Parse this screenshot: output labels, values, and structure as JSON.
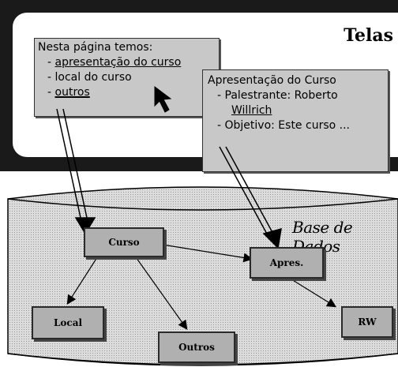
{
  "screen": {
    "title": "Telas"
  },
  "panel_left": {
    "heading": "Nesta página temos:",
    "items": [
      {
        "bullet": "- ",
        "text": "apresentação do curso",
        "linked": true
      },
      {
        "bullet": "- ",
        "text": "local do curso",
        "linked": false
      },
      {
        "bullet": "- ",
        "text": "outros",
        "linked": true
      }
    ]
  },
  "panel_right": {
    "heading": "Apresentação do Curso",
    "line1_prefix": "- Palestrante: Roberto",
    "line2_link": "Willrich",
    "line3": "- Objetivo: Este curso ..."
  },
  "database": {
    "label": "Base de Dados",
    "nodes": {
      "curso": "Curso",
      "apres": "Apres.",
      "local": "Local",
      "outros": "Outros",
      "rw": "RW"
    }
  },
  "colors": {
    "frame": "#1a1a1a",
    "panel": "#c8c8c8",
    "node": "#b0b0b0",
    "cylinder": "#d9d9d9"
  },
  "icons": [
    "mouse-pointer-icon"
  ]
}
